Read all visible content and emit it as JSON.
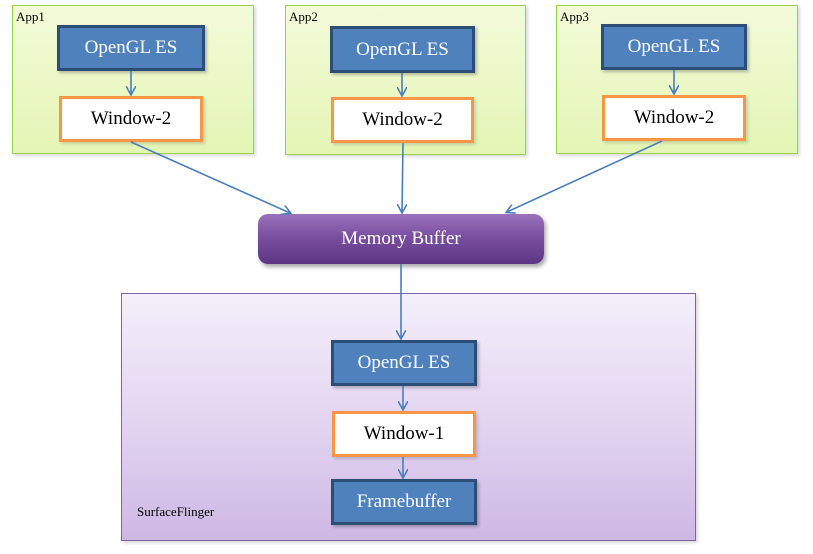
{
  "apps": [
    {
      "label": "App1",
      "opengl": "OpenGL ES",
      "window": "Window-2"
    },
    {
      "label": "App2",
      "opengl": "OpenGL ES",
      "window": "Window-2"
    },
    {
      "label": "App3",
      "opengl": "OpenGL ES",
      "window": "Window-2"
    }
  ],
  "memory_buffer": "Memory Buffer",
  "surfaceflinger": {
    "label": "SurfaceFlinger",
    "opengl": "OpenGL ES",
    "window": "Window-1",
    "framebuffer": "Framebuffer"
  },
  "colors": {
    "app_fill": "#e4f5b5",
    "app_border": "#9ccf4a",
    "opengl_fill": "#4f81bd",
    "opengl_border": "#2c4d75",
    "window_border": "#f79646",
    "memory_buffer": "#7a4fa0",
    "surfaceflinger_fill": "#e2d3f0",
    "arrow": "#4a7ebb"
  }
}
